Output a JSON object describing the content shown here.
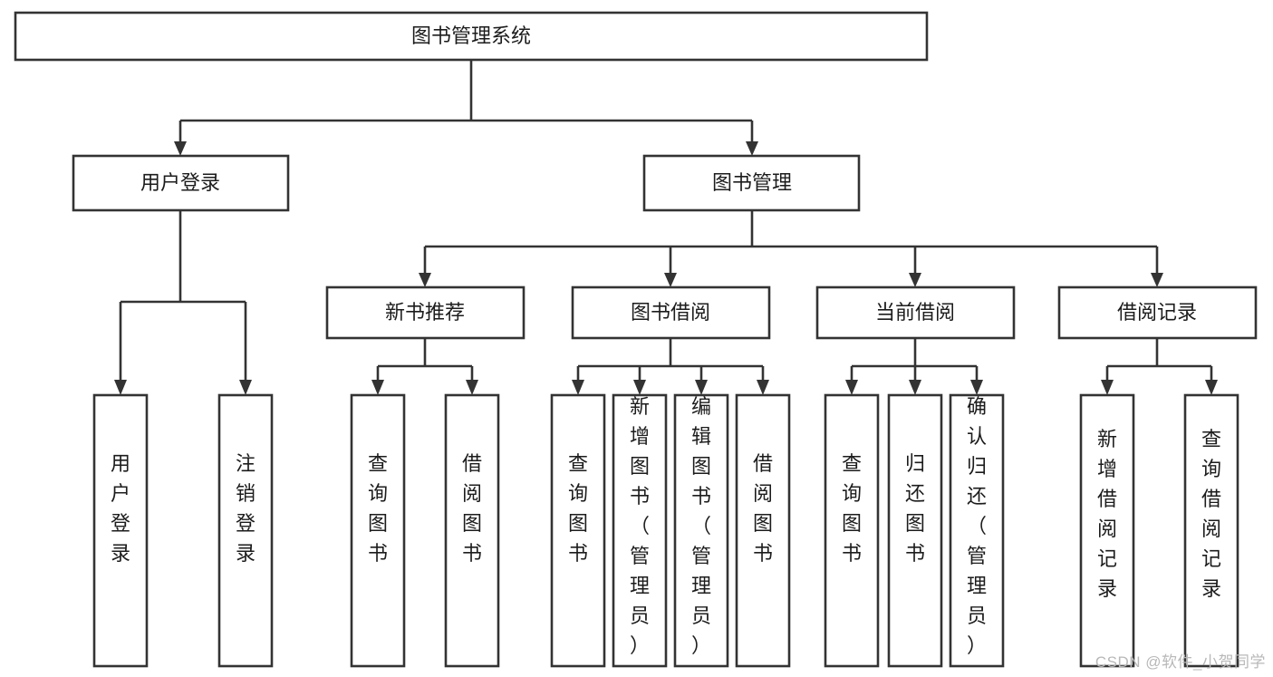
{
  "diagram": {
    "title": "图书管理系统",
    "type": "tree",
    "background_color": "#ffffff",
    "stroke_color": "#333333",
    "text_color": "#1c1c1c",
    "root": {
      "label": "图书管理系统"
    },
    "level2": [
      {
        "label": "用户登录"
      },
      {
        "label": "图书管理"
      }
    ],
    "level3": [
      {
        "label": "新书推荐"
      },
      {
        "label": "图书借阅"
      },
      {
        "label": "当前借阅"
      },
      {
        "label": "借阅记录"
      }
    ],
    "leaves": {
      "user_login": [
        {
          "label": "用户登录"
        },
        {
          "label": "注销登录"
        }
      ],
      "new_book": [
        {
          "label": "查询图书"
        },
        {
          "label": "借阅图书"
        }
      ],
      "book_borrow": [
        {
          "label": "查询图书"
        },
        {
          "label": "新增图书（管理员）"
        },
        {
          "label": "编辑图书（管理员）"
        },
        {
          "label": "借阅图书"
        }
      ],
      "current_borrow": [
        {
          "label": "查询图书"
        },
        {
          "label": "归还图书"
        },
        {
          "label": "确认归还（管理员）"
        }
      ],
      "borrow_record": [
        {
          "label": "新增借阅记录"
        },
        {
          "label": "查询借阅记录"
        }
      ]
    }
  },
  "watermark": {
    "text": "CSDN @软件_小贺同学"
  }
}
